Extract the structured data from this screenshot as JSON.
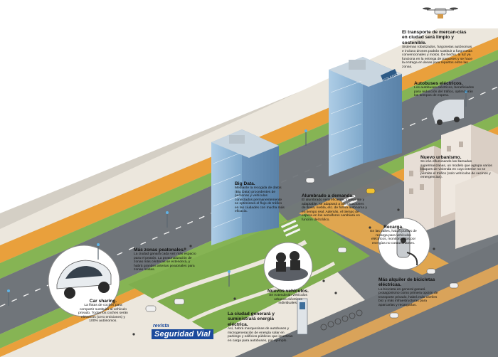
{
  "labels": {
    "transporte": {
      "title": "El transporte de mercan-cías en ciudad será limpio y sostenible.",
      "text": "Sistemas robotizados, furgonetas autónomas e incluso drones podrán sustituir a furgonetas convencionales y motos. De hecho, la luz ya funciona en la entrega de paquetes y se hace la entrega en áreas para repartos entre las zonas."
    },
    "autobuses": {
      "title": "Autobuses eléctricos.",
      "text": "Los autobuses eléctricos, beneficiados para reducción del tráfico, optimizarán los tiempos de espera."
    },
    "urbanismo": {
      "title": "Nuevo urbanismo.",
      "text": "Se irán difuminando las llamadas supermanzanas, un modelo que agrupa varios bloques de vivienda en cuyo interior no se permite el tráfico (solo vehículos de vecinos y emergencias)."
    },
    "bigdata": {
      "title": "Big Data.",
      "text": "Mediante la recogida de datos (Big Data) procedentes de personas y vehículos conectados permanentemente se optimizará el flujo de tráfico en las ciudades con mucha más eficacia."
    },
    "alumbrado": {
      "title": "Alumbrado a demanda.",
      "text": "El alumbrado será eficiente, inteligente y adaptable, se adaptará a las situaciones de lluvia, niebla, etc. de forma autónoma y en tiempo real. Además, el tiempo de espera en los semáforos cambiará en función del tráfico."
    },
    "recarga": {
      "title": "Recarga.",
      "text": "En las calles, habrá puntos de recarga para vehículos eléctricos, monitorizados por energías no contaminantes."
    },
    "peatonales": {
      "title": "Más zonas peatonales.",
      "text": "La ciudad ganará cada vez más espacio para el peatón. La peatonalización de zonas más céntricas se extenderá, y habrá grandes arterias peatonales para zonas mixtas."
    },
    "carsharing": {
      "title": "Car sharing.",
      "text": "La flotas de coches para compartir sustituirá al vehículo privado. Todos los coches serán eléctricos (cero emisiones) y 100% autónomos."
    },
    "vehiculos": {
      "title": "Nuevos vehículos.",
      "text": "Se extenderán vehículos urbanos eléctricos individuales."
    },
    "bicicletas": {
      "title": "Más alquiler de bicicletas eléctricas.",
      "text": "La bicicleta en general ganará protagonismo como primera opción de transporte privado, habrá más carriles bici y más infraestructuras para aparcarlas y recargarlas."
    },
    "energia": {
      "title": "La ciudad generará y suministrará energía eléctrica.",
      "text": "Así, habrá marquesinas de autobuses y microgeneración de energía solar en parkings y edificios públicos que invertirán en carga para autobuses, por ejemplo."
    }
  },
  "building_sign": "COLEGIO",
  "logo": {
    "line1": "revista",
    "line2": "Seguridad Vial"
  },
  "colors": {
    "road": "#6f7378",
    "sidewalk": "#ebe6dc",
    "grass": "#7fae4e",
    "orange_path": "#e9a03c",
    "bike_lane": "#d9a35a",
    "glass_building": "#8fb7d6",
    "ground": "#c9c3b8",
    "brand_blue": "#1c4a9c"
  }
}
